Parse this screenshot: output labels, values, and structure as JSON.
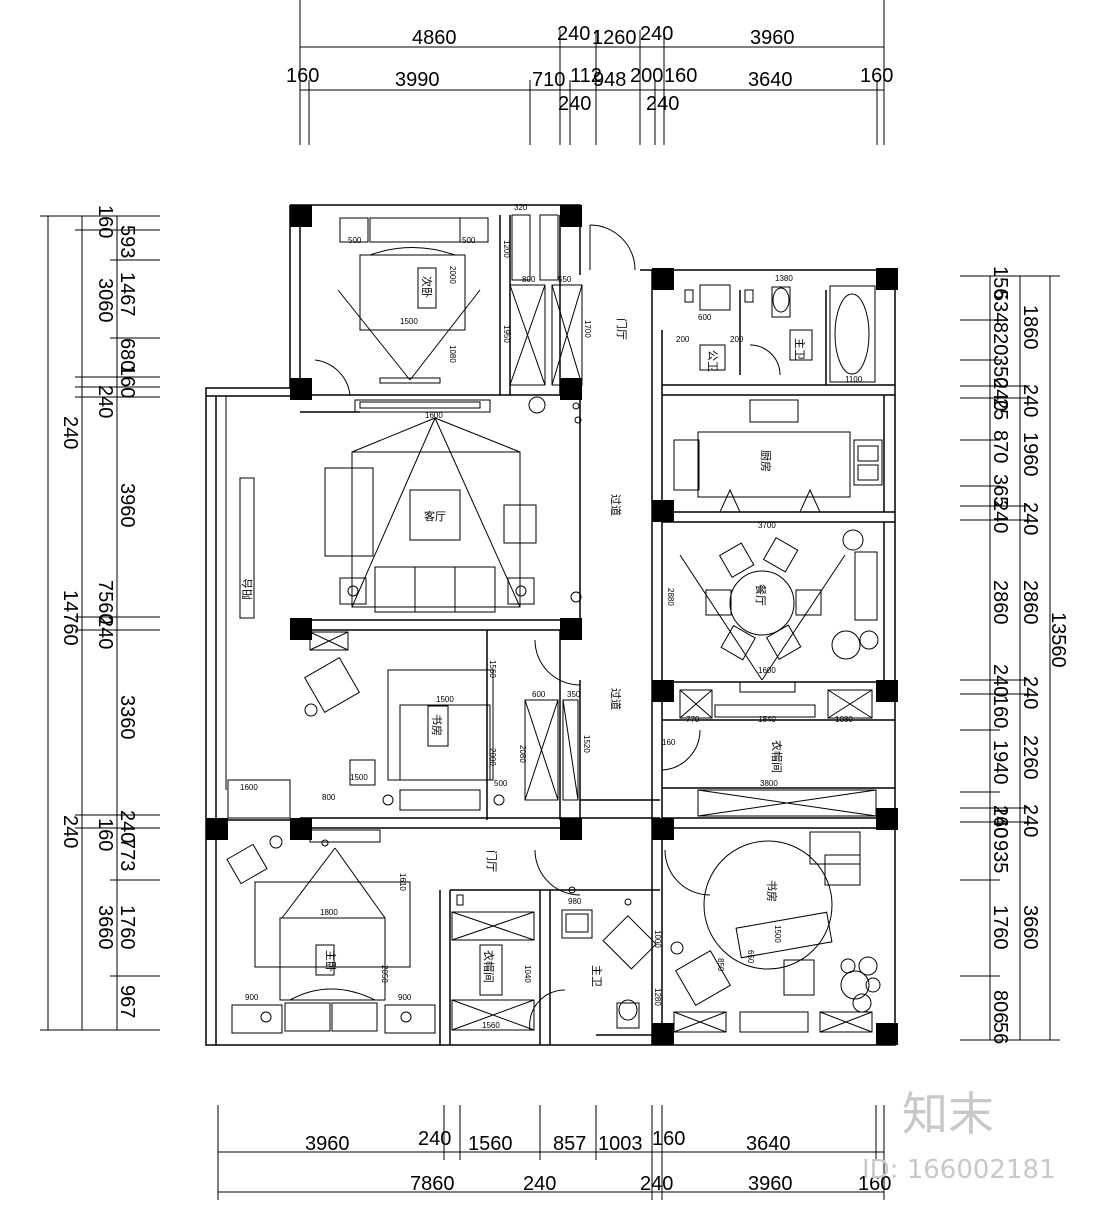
{
  "dimensions": {
    "top_row1": [
      "4860",
      "240",
      "1260",
      "240",
      "3960"
    ],
    "top_row2": [
      "160",
      "3990",
      "710",
      "112",
      "948",
      "200",
      "160",
      "3640",
      "160"
    ],
    "top_row3": [
      "240",
      "240"
    ],
    "left_outer": [
      "240",
      "14760",
      "7560",
      "240"
    ],
    "left_inner": [
      "160",
      "3060",
      "240",
      "3960",
      "240",
      "3360",
      "240",
      "160",
      "3660"
    ],
    "left_innermost": [
      "593",
      "1467",
      "680",
      "160",
      "773",
      "1760",
      "967"
    ],
    "right_outer": [
      "13560"
    ],
    "right_mid": [
      "1860",
      "240",
      "1960",
      "240",
      "2860",
      "240",
      "2260",
      "240",
      "3660"
    ],
    "right_inner": [
      "156",
      "534",
      "820",
      "350",
      "240",
      "25",
      "870",
      "365",
      "240",
      "160",
      "1940",
      "160",
      "240",
      "935",
      "1760",
      "806",
      "56"
    ],
    "bottom_row1": [
      "3960",
      "240",
      "1560",
      "857",
      "1003",
      "160",
      "3640"
    ],
    "bottom_row2": [
      "7860",
      "240",
      "240",
      "3960",
      "160"
    ]
  },
  "rooms": {
    "bedroom_top": "次卧",
    "living_room": "客厅",
    "corridor_upper": "过道",
    "corridor_lower": "过道",
    "entrance": "门厅",
    "entrance_lower": "门厅",
    "balcony": "阳台",
    "study": "书房",
    "public_bath": "公卫",
    "master_bath_top": "主卫",
    "kitchen": "厨房",
    "dining": "餐厅",
    "cloakroom": "衣帽间",
    "master_bedroom": "主卧",
    "walkin_closet": "衣帽间",
    "master_bath": "主卫",
    "study2": "书房"
  },
  "labels": {
    "w1500a": "1500",
    "w2000a": "2000",
    "w1080": "1080",
    "w1200": "1200",
    "w1950": "1950",
    "w1700": "1700",
    "w800a": "800",
    "w550a": "550",
    "w320": "320",
    "w500a": "500",
    "w500b": "500",
    "w1380": "1380",
    "w600": "600",
    "w200a": "200",
    "w200b": "200",
    "w1100": "1100",
    "w3700": "3700",
    "w2880": "2880",
    "w1600a": "1600",
    "w1600b": "1600",
    "w1560a": "1560",
    "w1500b": "1500",
    "w2000b": "2000",
    "w1500c": "1500",
    "w800b": "800",
    "w500c": "500",
    "w600b": "600",
    "w350": "350",
    "w2080": "2080",
    "w1520": "1520",
    "w160": "160",
    "w770": "770",
    "w1840": "1840",
    "w1030": "1030",
    "w3800": "3800",
    "w1800": "1800",
    "w1610": "1610",
    "w2050": "2050",
    "w900a": "900",
    "w900b": "900",
    "w1600c": "1600",
    "w980": "980",
    "w1000": "1000",
    "w1040": "1040",
    "w1280": "1280",
    "w1560b": "1560",
    "w1560c": "1560",
    "w850": "850",
    "w1500d": "1500",
    "w650": "650"
  },
  "watermark": {
    "brand": "知末",
    "id": "ID: 166002181"
  }
}
